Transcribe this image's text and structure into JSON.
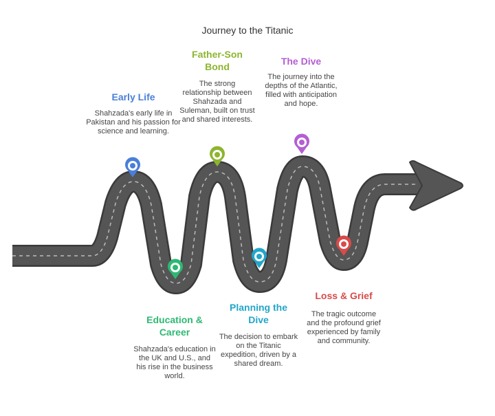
{
  "title": "Journey to the Titanic",
  "stages": [
    {
      "id": "early-life",
      "title": "Early Life",
      "description": "Shahzada's early life in Pakistan and his passion for science and learning.",
      "color": "#4A7FD9"
    },
    {
      "id": "education-career",
      "title": "Education & Career",
      "description": "Shahzada's education in the UK and U.S., and his rise in the business world.",
      "color": "#2EB873"
    },
    {
      "id": "father-son-bond",
      "title": "Father-Son Bond",
      "description": "The strong relationship between Shahzada and Suleman, built on trust and shared interests.",
      "color": "#8DB52F"
    },
    {
      "id": "planning-the-dive",
      "title": "Planning the Dive",
      "description": "The decision to embark on the Titanic expedition, driven by a shared dream.",
      "color": "#22A6C9"
    },
    {
      "id": "the-dive",
      "title": "The Dive",
      "description": "The journey into the depths of the Atlantic, filled with anticipation and hope.",
      "color": "#B45ED3"
    },
    {
      "id": "loss-grief",
      "title": "Loss & Grief",
      "description": "The tragic outcome and the profound grief experienced by family and community.",
      "color": "#D94A4A"
    }
  ],
  "road_color": "#4d4d4d",
  "road_dash_color": "#bbbbbb"
}
